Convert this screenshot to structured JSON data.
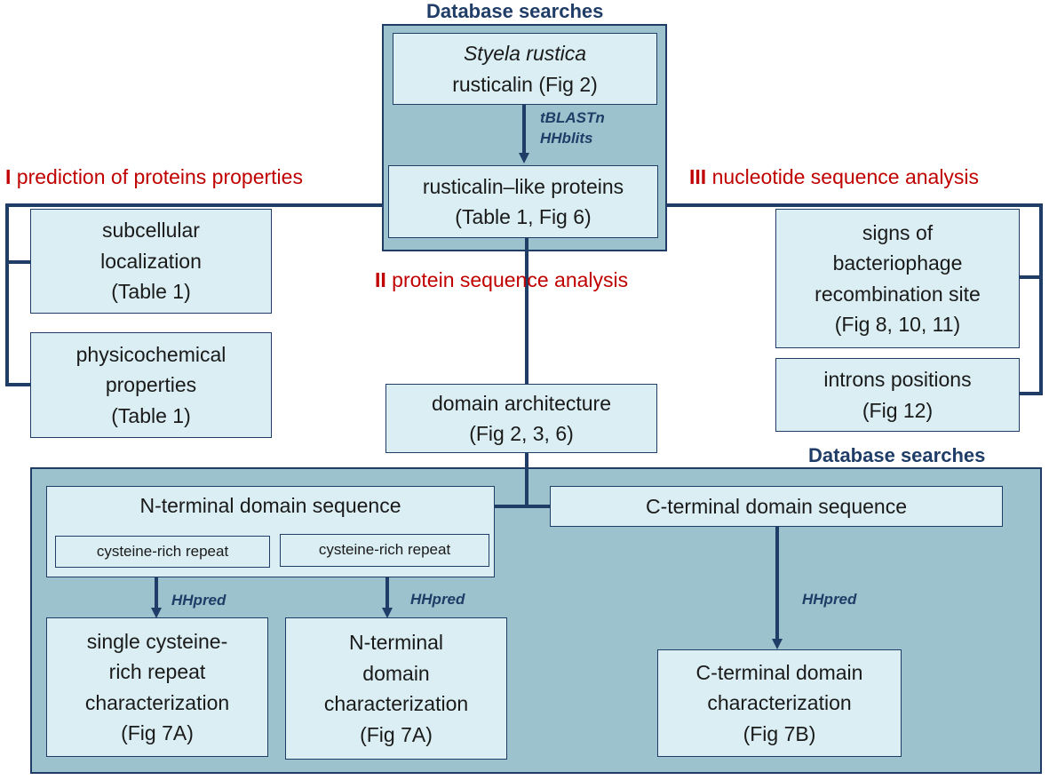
{
  "headings": {
    "top": "Database searches",
    "bottom": "Database searches"
  },
  "sections": {
    "i_num": "I",
    "i_text": "prediction of proteins properties",
    "ii_num": "II",
    "ii_text": "protein sequence analysis",
    "iii_num": "III",
    "iii_text": "nucleotide sequence analysis"
  },
  "tools": {
    "tblastn": "tBLASTn",
    "hhblits": "HHblits",
    "hhpred_1": "HHpred",
    "hhpred_2": "HHpred",
    "hhpred_3": "HHpred"
  },
  "boxes": {
    "rusticalin": {
      "species": "Styela rustica",
      "line2": "rusticalin (Fig 2)"
    },
    "rusticalin_like": {
      "line1": "rusticalin–like proteins",
      "line2": "(Table 1, Fig 6)"
    },
    "subcellular": {
      "line1": "subcellular",
      "line2": "localization",
      "line3": "(Table 1)"
    },
    "physicochemical": {
      "line1": "physicochemical",
      "line2": "properties",
      "line3": "(Table 1)"
    },
    "bacteriophage": {
      "line1": "signs of",
      "line2": "bacteriophage",
      "line3": "recombination site",
      "line4": "(Fig 8, 10, 11)"
    },
    "introns": {
      "line1": "introns positions",
      "line2": "(Fig 12)"
    },
    "domain_architecture": {
      "line1": "domain architecture",
      "line2": "(Fig 2, 3, 6)"
    },
    "n_terminal_sequence": {
      "label": "N-terminal domain sequence"
    },
    "cys_repeat_1": {
      "label": "cysteine-rich repeat"
    },
    "cys_repeat_2": {
      "label": "cysteine-rich repeat"
    },
    "c_terminal_sequence": {
      "label": "C-terminal domain sequence"
    },
    "single_cys": {
      "line1": "single cysteine-",
      "line2": "rich repeat",
      "line3": "characterization",
      "line4": "(Fig 7A)"
    },
    "n_terminal_char": {
      "line1": "N-terminal",
      "line2": "domain",
      "line3": "characterization",
      "line4": "(Fig 7A)"
    },
    "c_terminal_char": {
      "line1": "C-terminal domain",
      "line2": "characterization",
      "line3": "(Fig 7B)"
    }
  },
  "colors": {
    "panel_fill": "#9cc2cd",
    "box_fill": "#daeef3",
    "line": "#1f3d66",
    "section_red": "#c00000"
  }
}
